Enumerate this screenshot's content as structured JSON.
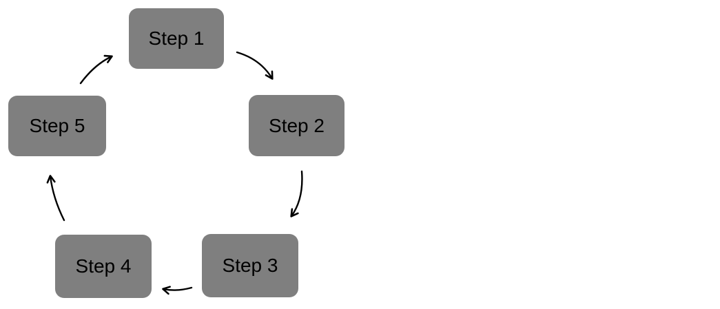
{
  "diagram": {
    "kind": "cycle-diagram",
    "steps": [
      {
        "label": "Step 1"
      },
      {
        "label": "Step 2"
      },
      {
        "label": "Step 3"
      },
      {
        "label": "Step 4"
      },
      {
        "label": "Step 5"
      }
    ],
    "connections": [
      {
        "from": "Step 1",
        "to": "Step 2"
      },
      {
        "from": "Step 2",
        "to": "Step 3"
      },
      {
        "from": "Step 3",
        "to": "Step 4"
      },
      {
        "from": "Step 4",
        "to": "Step 5"
      },
      {
        "from": "Step 5",
        "to": "Step 1"
      }
    ],
    "colors": {
      "box_fill": "#7F7F7F",
      "box_text": "#000000",
      "arrow": "#000000",
      "background": "#FFFFFF"
    }
  }
}
